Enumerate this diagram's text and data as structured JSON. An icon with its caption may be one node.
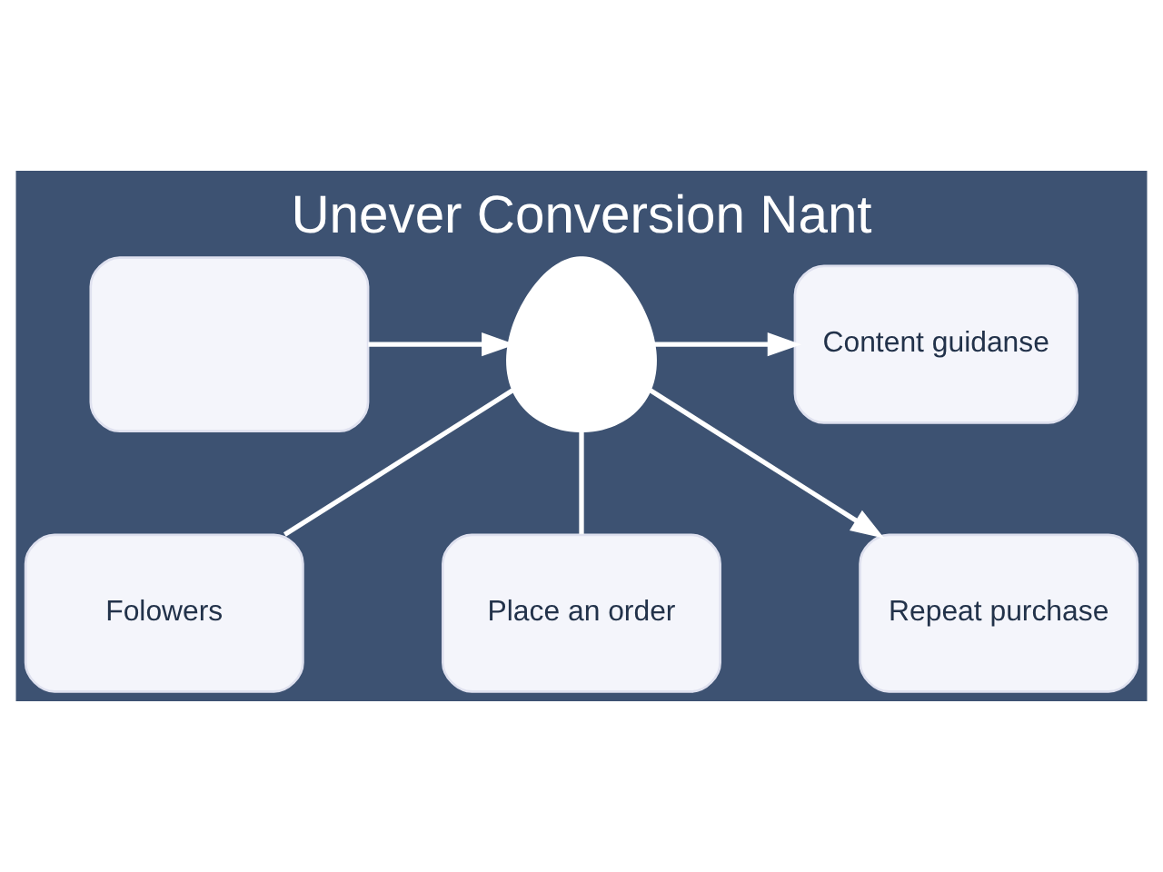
{
  "diagram": {
    "title": "Unever Conversion Nant",
    "nodes": [
      {
        "text": [],
        "shape": "box"
      },
      {
        "text": [],
        "shape": "person"
      },
      {
        "text": [
          "Content guidanse"
        ]
      },
      {
        "text": [
          "Folowers"
        ]
      },
      {
        "text": [
          "Place an order"
        ]
      },
      {
        "text": [
          "Repeat purchase"
        ]
      }
    ],
    "edges": [
      {
        "from": 0,
        "to": 1,
        "arrow": "to"
      },
      {
        "from": 1,
        "to": 2,
        "arrow": "to"
      },
      {
        "from": 1,
        "to": 3,
        "arrow": "none"
      },
      {
        "from": 1,
        "to": 4,
        "arrow": "none"
      },
      {
        "from": 1,
        "to": 5,
        "arrow": "to"
      }
    ]
  }
}
